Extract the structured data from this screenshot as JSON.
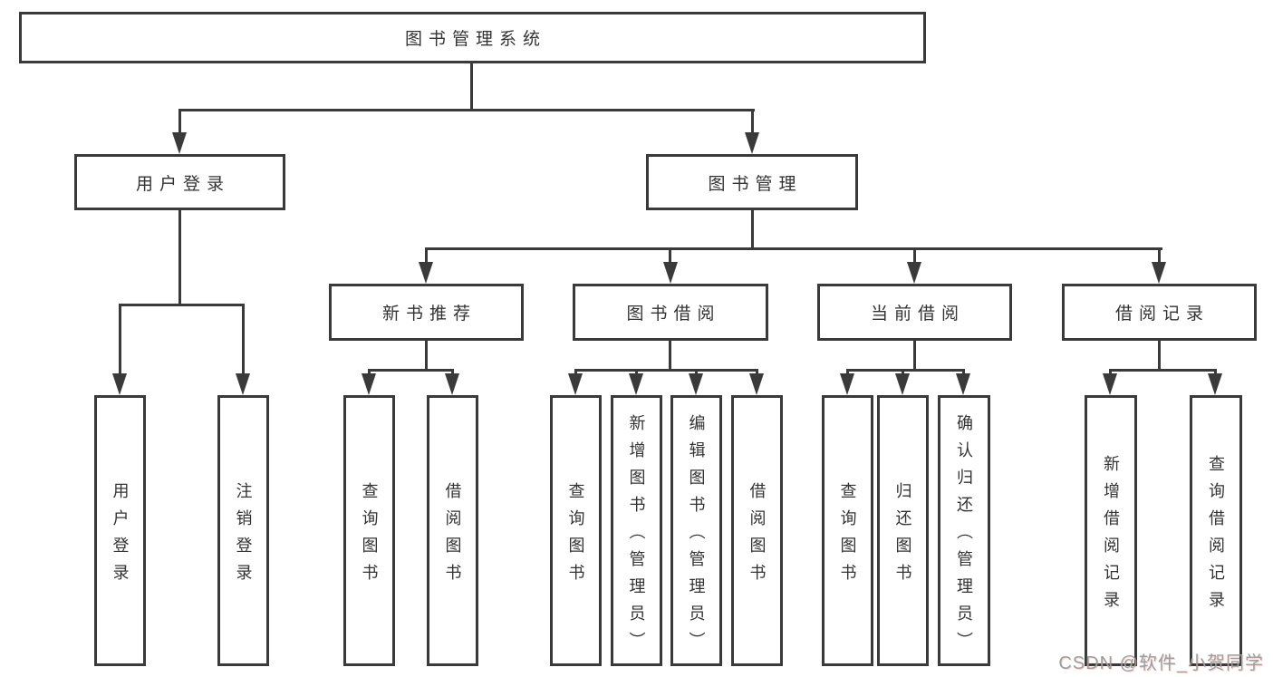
{
  "diagram": {
    "type": "tree",
    "title": "图书管理系统",
    "hierarchy": {
      "root": [
        "user_login",
        "book_mgmt"
      ],
      "user_login": [
        "leaf_user_login",
        "leaf_logout"
      ],
      "book_mgmt": [
        "new_books",
        "book_borrow",
        "current_borrow",
        "borrow_records"
      ],
      "new_books": [
        "leaf_query_books_new",
        "leaf_borrow_books_new"
      ],
      "book_borrow": [
        "leaf_query_books_bb",
        "leaf_add_books",
        "leaf_edit_books",
        "leaf_borrow_books_bb"
      ],
      "current_borrow": [
        "leaf_query_books_cur",
        "leaf_return_books",
        "leaf_confirm_return"
      ],
      "borrow_records": [
        "leaf_add_record",
        "leaf_query_record"
      ]
    }
  },
  "colors": {
    "line": "#3a3a3a",
    "border": "#3a3a3a",
    "text": "#333333",
    "box_bg": "#ffffff",
    "watermark": "#9e9e9e"
  },
  "nodes": {
    "root": {
      "label": "图书管理系统"
    },
    "user_login": {
      "label": "用户登录"
    },
    "book_mgmt": {
      "label": "图书管理"
    },
    "new_books": {
      "label": "新书推荐"
    },
    "book_borrow": {
      "label": "图书借阅"
    },
    "current_borrow": {
      "label": "当前借阅"
    },
    "borrow_records": {
      "label": "借阅记录"
    },
    "leaf_user_login": {
      "label": "用户登录"
    },
    "leaf_logout": {
      "label": "注销登录"
    },
    "leaf_query_books_new": {
      "label": "查询图书"
    },
    "leaf_borrow_books_new": {
      "label": "借阅图书"
    },
    "leaf_query_books_bb": {
      "label": "查询图书"
    },
    "leaf_add_books": {
      "label": "新增图书（管理员）"
    },
    "leaf_edit_books": {
      "label": "编辑图书（管理员）"
    },
    "leaf_borrow_books_bb": {
      "label": "借阅图书"
    },
    "leaf_query_books_cur": {
      "label": "查询图书"
    },
    "leaf_return_books": {
      "label": "归还图书"
    },
    "leaf_confirm_return": {
      "label": "确认归还（管理员）"
    },
    "leaf_add_record": {
      "label": "新增借阅记录"
    },
    "leaf_query_record": {
      "label": "查询借阅记录"
    }
  },
  "watermark": {
    "text": "CSDN @软件_小贺同学"
  }
}
